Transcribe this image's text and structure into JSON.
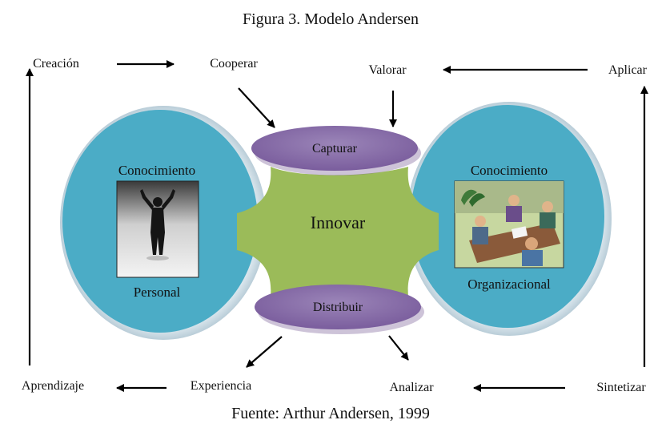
{
  "title": "Figura 3. Modelo Andersen",
  "source": "Fuente: Arthur Andersen, 1999",
  "center_label": "Innovar",
  "top_ellipse_label": "Capturar",
  "bottom_ellipse_label": "Distribuir",
  "left_circle": {
    "top_label": "Conocimiento",
    "bottom_label": "Personal",
    "image": "person-silhouette-arms-raised"
  },
  "right_circle": {
    "top_label": "Conocimiento",
    "bottom_label": "Organizacional",
    "image": "office-meeting-clipart"
  },
  "cycle_labels": {
    "creacion": "Creación",
    "cooperar": "Cooperar",
    "valorar": "Valorar",
    "aplicar": "Aplicar",
    "sintetizar": "Sintetizar",
    "analizar": "Analizar",
    "experiencia": "Experiencia",
    "aprendizaje": "Aprendizaje"
  },
  "colors": {
    "circle_fill": "#4bacc6",
    "circle_ring": "#d9e7ef",
    "ellipse_fill": "#8064a2",
    "center_fill": "#9bbb59",
    "arrow": "#000000"
  }
}
